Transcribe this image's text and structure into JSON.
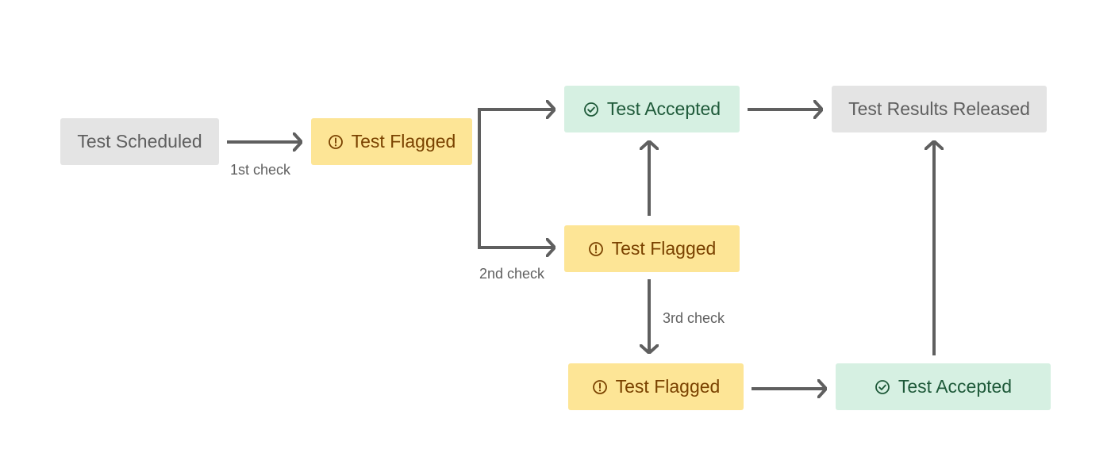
{
  "colors": {
    "neutral_bg": "#e4e4e4",
    "neutral_text": "#5f5f5f",
    "flagged_bg": "#fde596",
    "flagged_text": "#7a4200",
    "accepted_bg": "#d6f0e2",
    "accepted_text": "#1f5a3a",
    "arrow": "#5f5f5f",
    "label_text": "#606060"
  },
  "nodes": {
    "scheduled": {
      "label": "Test Scheduled",
      "status": "neutral",
      "icon": ""
    },
    "flag1": {
      "label": "Test Flagged",
      "status": "flagged",
      "icon": "alert-circle-icon"
    },
    "accept1": {
      "label": "Test Accepted",
      "status": "accepted",
      "icon": "check-circle-icon"
    },
    "released": {
      "label": "Test Results Released",
      "status": "neutral",
      "icon": ""
    },
    "flag2": {
      "label": "Test Flagged",
      "status": "flagged",
      "icon": "alert-circle-icon"
    },
    "flag3": {
      "label": "Test Flagged",
      "status": "flagged",
      "icon": "alert-circle-icon"
    },
    "accept2": {
      "label": "Test Accepted",
      "status": "accepted",
      "icon": "check-circle-icon"
    }
  },
  "edges": [
    {
      "from": "scheduled",
      "to": "flag1",
      "label": "1st check"
    },
    {
      "from": "flag1",
      "to": "accept1",
      "label": ""
    },
    {
      "from": "flag1",
      "to": "flag2",
      "label": "2nd check"
    },
    {
      "from": "accept1",
      "to": "released",
      "label": ""
    },
    {
      "from": "flag2",
      "to": "accept1",
      "label": ""
    },
    {
      "from": "flag2",
      "to": "flag3",
      "label": "3rd check"
    },
    {
      "from": "flag3",
      "to": "accept2",
      "label": ""
    },
    {
      "from": "accept2",
      "to": "released",
      "label": ""
    }
  ],
  "edge_labels": {
    "first": "1st check",
    "second": "2nd check",
    "third": "3rd check"
  }
}
